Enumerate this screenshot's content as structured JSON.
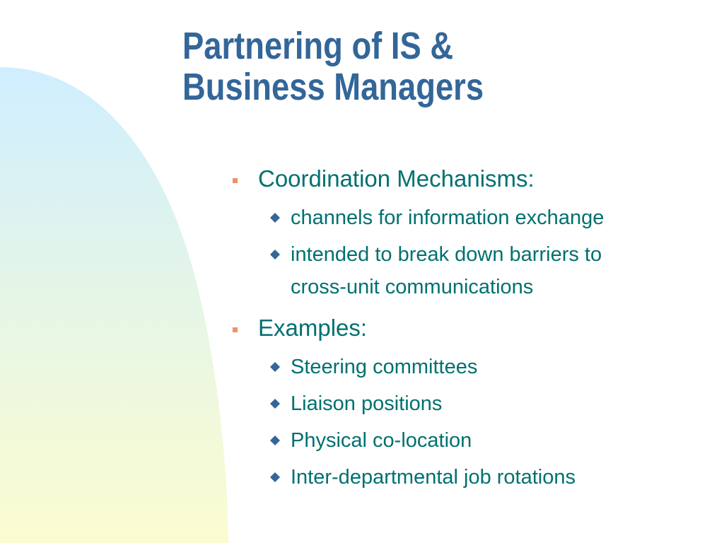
{
  "slide": {
    "title_line1": "Partnering of IS &",
    "title_line2": "Business Managers",
    "sections": [
      {
        "heading": "Coordination Mechanisms:",
        "items": [
          {
            "text": "channels for information exchange"
          },
          {
            "line1": "intended to break down barriers to",
            "line2": "cross-unit communications"
          }
        ]
      },
      {
        "heading": "Examples:",
        "items": [
          {
            "text": "Steering committees"
          },
          {
            "text": "Liaison positions"
          },
          {
            "text": "Physical co-location"
          },
          {
            "text": "Inter-departmental job rotations"
          }
        ]
      }
    ]
  },
  "colors": {
    "title": "#336699",
    "body_text": "#007070",
    "level1_bullet": "#f0906a",
    "level2_bullet": "#336699",
    "gradient_top": "#cfeeff",
    "gradient_bottom": "#fbfcd0"
  },
  "icons": {
    "level1_bullet": "square-bullet",
    "level2_bullet": "diamond-bullet"
  }
}
